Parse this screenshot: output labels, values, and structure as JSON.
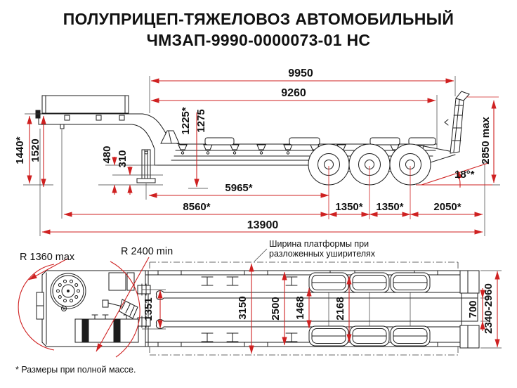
{
  "title": {
    "line1": "ПОЛУПРИЦЕП-ТЯЖЕЛОВОЗ АВТОМОБИЛЬНЫЙ",
    "line2": "ЧМЗАП-9990-0000073-01 НС"
  },
  "footnote": "* Размеры при полной массе.",
  "colors": {
    "dimension_red": "#cf2121",
    "drawing_line": "#1c1c1c",
    "background": "#ffffff"
  },
  "side_view": {
    "dims": {
      "top_length": "9950",
      "platform_length": "9260",
      "front_height_laden": "1440*",
      "front_height": "1520",
      "frame_clearance": "480",
      "axle_clearance": "310",
      "deck_height_laden": "1225*",
      "deck_height": "1275",
      "rear_height_max": "2850 max",
      "ramp_angle": "18°*",
      "support_to_axle": "5965*",
      "kingpin_to_axle": "8560*",
      "axle_spacing_1": "1350*",
      "axle_spacing_2": "1350*",
      "rear_overhang": "2050*",
      "overall_length": "13900"
    }
  },
  "plan_view": {
    "radius_inner": "R 1360 max",
    "radius_outer": "R 2400 min",
    "width_note_line1": "Ширина платформы при",
    "width_note_line2": "разложенных уширителях",
    "dims": {
      "beam_spacing": "1351",
      "width_with_wideners": "3150",
      "platform_width": "2500",
      "track_inner": "1468",
      "track_outer": "2168",
      "ramp_gap": "700",
      "ramp_width_range": "2340-2960"
    }
  }
}
